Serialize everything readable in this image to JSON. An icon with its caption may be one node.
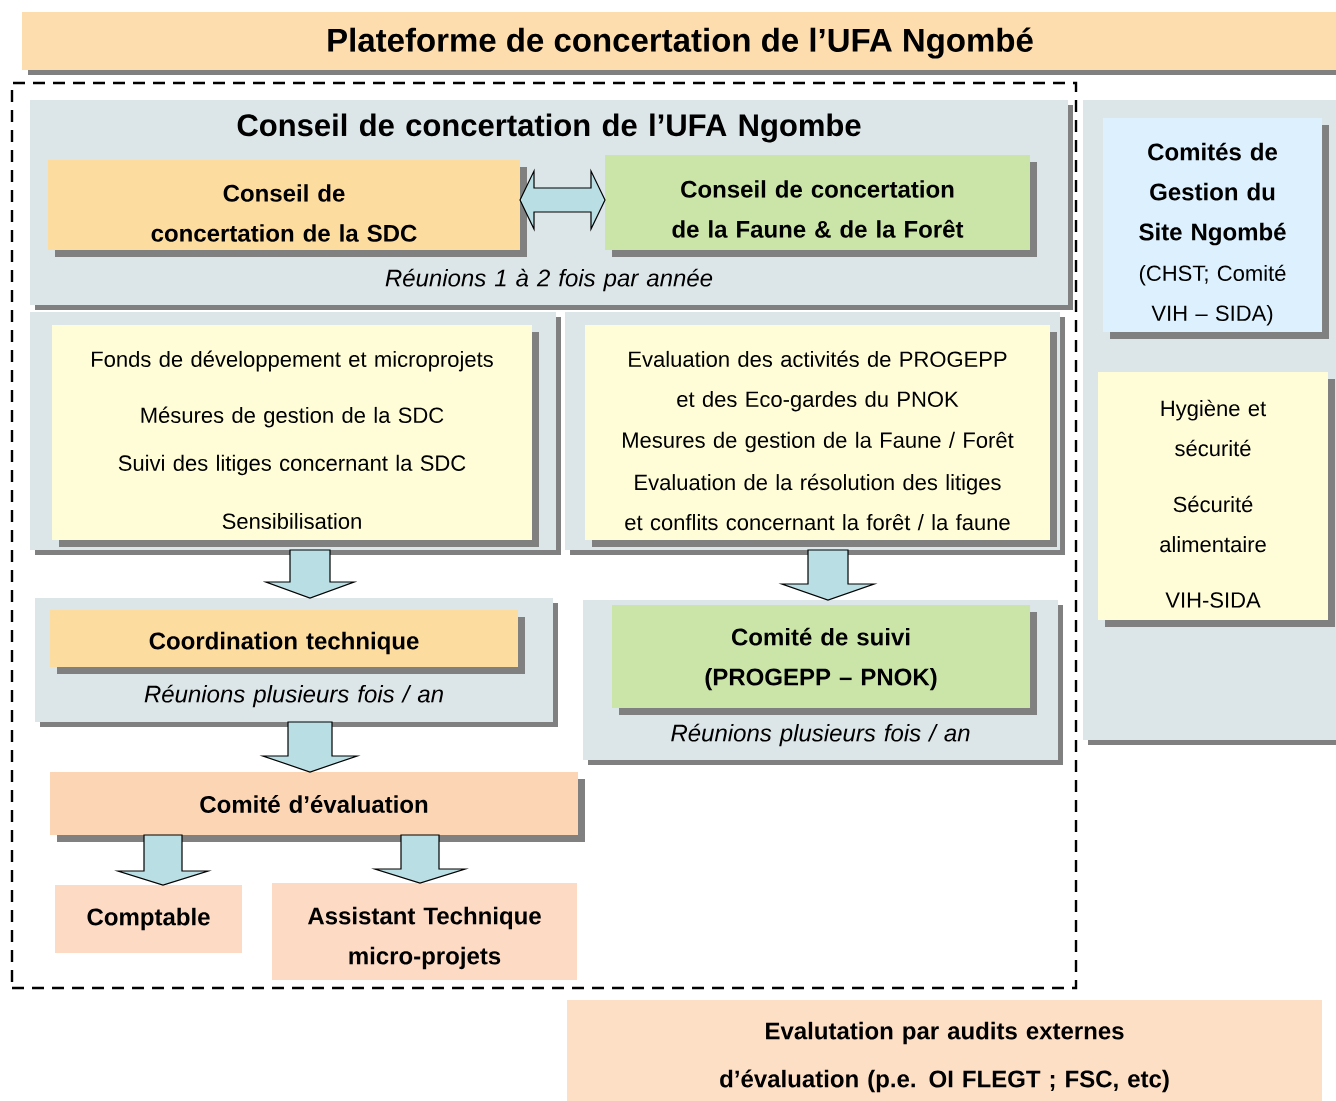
{
  "diagram": {
    "title": "Plateforme de concertation de l’UFA Ngombé",
    "nodes": [
      {
        "text": [],
        "shape": "box"
      },
      {
        "text": [
          "Conseil de concertation de l’UFA Ngombe",
          "Réunions 1 à 2 fois par année"
        ],
        "in": 0
      },
      {
        "text": [
          "Conseil de concertation de la SDC"
        ],
        "in": 1
      },
      {
        "text": [
          "Conseil de concertation de la Faune & de la Forêt"
        ],
        "in": 1
      },
      {
        "text": [],
        "shape": "box",
        "in": 0
      },
      {
        "text": [
          "Fonds de développement et microprojets",
          "Mésures de gestion de la SDC",
          "Suivi des litiges concernant la SDC",
          "Sensibilisation"
        ],
        "in": 4
      },
      {
        "text": [],
        "shape": "box",
        "in": 0
      },
      {
        "text": [
          "Evaluation des activités de PROGEPP et des Eco-gardes du PNOK",
          "Mesures de gestion de la Faune / Forêt",
          "Evaluation de la résolution des litiges et conflits concernant la forêt / la faune"
        ],
        "in": 6
      },
      {
        "text": [
          "Réunions plusieurs fois / an"
        ],
        "in": 0
      },
      {
        "text": [
          "Coordination technique"
        ],
        "in": 8
      },
      {
        "text": [
          "Réunions plusieurs fois / an"
        ],
        "in": 0
      },
      {
        "text": [
          "Comité de suivi (PROGEPP – PNOK)"
        ],
        "in": 10
      },
      {
        "text": [
          "Comité d’évaluation"
        ],
        "in": 0
      },
      {
        "text": [
          "Comptable"
        ],
        "in": 0
      },
      {
        "text": [
          "Assistant Technique micro-projets"
        ],
        "in": 0
      },
      {
        "text": [],
        "shape": "box"
      },
      {
        "text": [
          "Comités de Gestion du Site Ngombé",
          "(CHST; Comité VIH – SIDA)"
        ],
        "in": 15
      },
      {
        "text": [
          "Hygiène et sécurité",
          "Sécurité alimentaire",
          "VIH-SIDA"
        ],
        "in": 15
      },
      {
        "text": [
          "Evalutation par audits externes d’évaluation (p.e. OI FLEGT ; FSC, etc)"
        ]
      }
    ],
    "edges": [
      {
        "from": 2,
        "to": 3,
        "arrow": "both"
      },
      {
        "from": 4,
        "to": 8,
        "arrow": "to"
      },
      {
        "from": 6,
        "to": 10,
        "arrow": "to"
      },
      {
        "from": 8,
        "to": 12,
        "arrow": "to"
      },
      {
        "from": 12,
        "to": 13,
        "arrow": "to"
      },
      {
        "from": 12,
        "to": 14,
        "arrow": "to"
      }
    ]
  }
}
